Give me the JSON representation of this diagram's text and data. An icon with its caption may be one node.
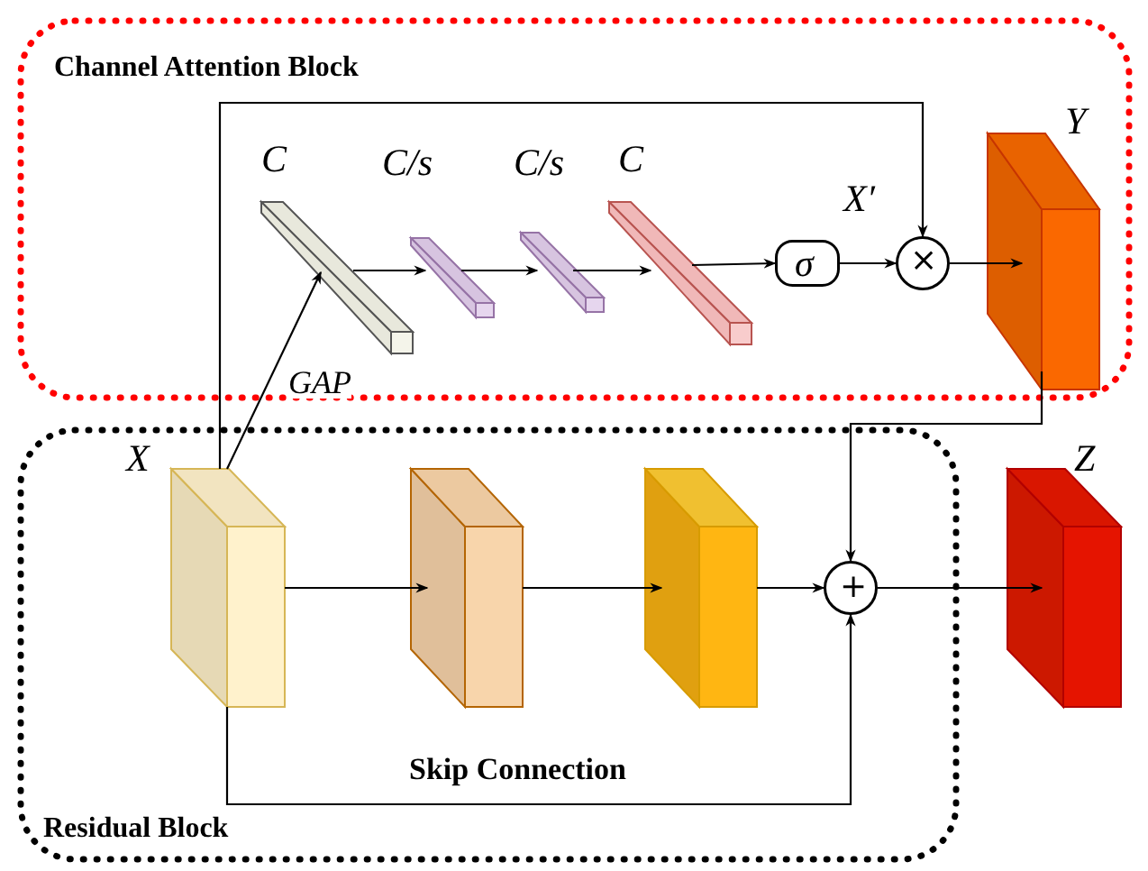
{
  "diagram": {
    "nodes": [
      {
        "text": [
          "Channel Attention Block"
        ]
      },
      {
        "text": [
          "Residual Block"
        ]
      },
      {
        "text": [
          "C"
        ],
        "in": 0
      },
      {
        "text": [
          "C/s"
        ],
        "in": 0
      },
      {
        "text": [
          "C/s"
        ],
        "in": 0
      },
      {
        "text": [
          "C"
        ],
        "in": 0
      },
      {
        "text": [
          "σ"
        ],
        "in": 0
      },
      {
        "text": [
          "×"
        ],
        "in": 0,
        "beside": [
          "X′"
        ]
      },
      {
        "text": [
          "Y"
        ],
        "in": 0
      },
      {
        "text": [
          "X"
        ],
        "in": 1
      },
      {
        "text": [],
        "shape": "box",
        "in": 1
      },
      {
        "text": [],
        "shape": "box",
        "in": 1
      },
      {
        "text": [
          "+"
        ],
        "in": 1
      },
      {
        "text": [
          "Z"
        ]
      }
    ],
    "edges": [
      {
        "from": 9,
        "to": 2,
        "arrow": "to",
        "label": "GAP"
      },
      {
        "from": 2,
        "to": 3,
        "arrow": "to"
      },
      {
        "from": 3,
        "to": 4,
        "arrow": "to"
      },
      {
        "from": 4,
        "to": 5,
        "arrow": "to"
      },
      {
        "from": 5,
        "to": 6,
        "arrow": "to"
      },
      {
        "from": 6,
        "to": 7,
        "arrow": "to"
      },
      {
        "from": 9,
        "to": 7,
        "arrow": "to"
      },
      {
        "from": 7,
        "to": 8,
        "arrow": "to"
      },
      {
        "from": 8,
        "to": 12,
        "arrow": "to"
      },
      {
        "from": 9,
        "to": 10,
        "arrow": "to"
      },
      {
        "from": 10,
        "to": 11,
        "arrow": "to"
      },
      {
        "from": 11,
        "to": 12,
        "arrow": "to"
      },
      {
        "from": 12,
        "to": 13,
        "arrow": "to"
      },
      {
        "from": 9,
        "to": 12,
        "arrow": "to",
        "label": "Skip Connection"
      }
    ]
  }
}
